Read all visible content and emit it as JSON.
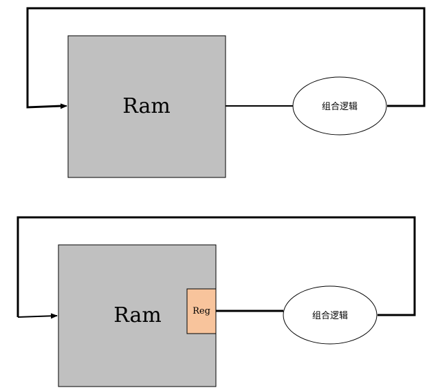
{
  "colors": {
    "ram_fill": "#c0c0c0",
    "reg_fill": "#f8c49c",
    "line": "#000000",
    "background": "#ffffff"
  },
  "diagram_top": {
    "ram_label": "Ram",
    "logic_label": "组合逻辑"
  },
  "diagram_bottom": {
    "ram_label": "Ram",
    "reg_label": "Reg",
    "logic_label": "组合逻辑"
  }
}
